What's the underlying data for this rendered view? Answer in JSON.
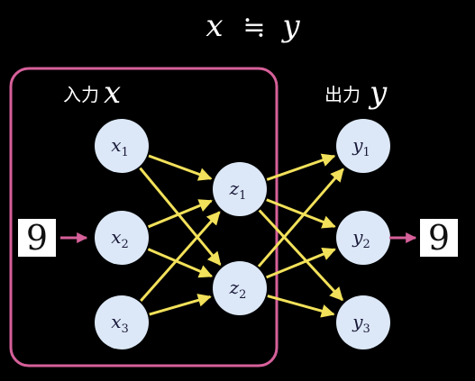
{
  "header": {
    "equation": {
      "left": "x",
      "symbol": "≒",
      "right": "y"
    }
  },
  "input_box": {
    "label_text": "入力",
    "label_var": "x",
    "frame_color": "#d6609a"
  },
  "output_label": {
    "label_text": "出力",
    "label_var": "y"
  },
  "input_nodes": [
    {
      "var": "x",
      "sub": "1"
    },
    {
      "var": "x",
      "sub": "2"
    },
    {
      "var": "x",
      "sub": "3"
    }
  ],
  "hidden_nodes": [
    {
      "var": "z",
      "sub": "1"
    },
    {
      "var": "z",
      "sub": "2"
    }
  ],
  "output_nodes": [
    {
      "var": "y",
      "sub": "1"
    },
    {
      "var": "y",
      "sub": "2"
    },
    {
      "var": "y",
      "sub": "3"
    }
  ],
  "digit_in": "9",
  "digit_out": "9",
  "colors": {
    "background": "#000000",
    "node_fill": "#dce8f7",
    "edge": "#f2e15a",
    "io_arrow": "#d6609a",
    "text_light": "#ffffff",
    "text_dark": "#1a1a3a"
  }
}
